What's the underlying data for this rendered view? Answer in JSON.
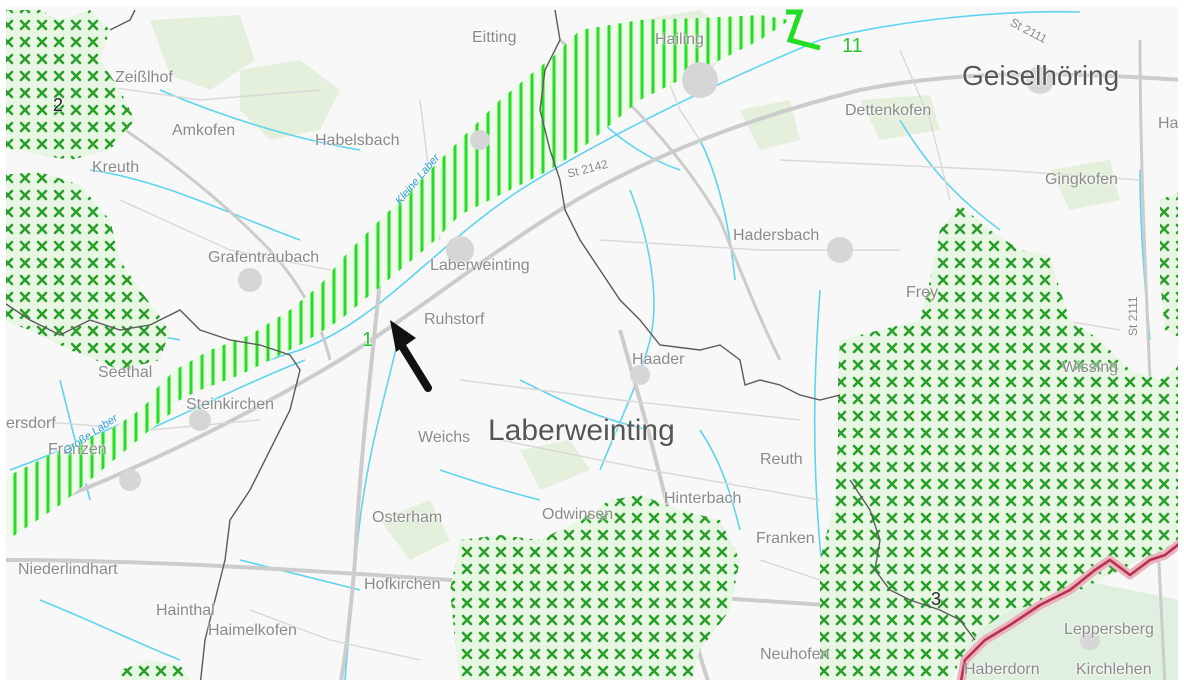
{
  "map": {
    "places": {
      "geiselhoering": "Geiselhöring",
      "laberweinting_municipality": "Laberweinting",
      "zeisslhof": "Zeißlhof",
      "amkofen": "Amkofen",
      "habelsbach": "Habelsbach",
      "eitting": "Eitting",
      "hailing": "Hailing",
      "dettenkofen": "Dettenkofen",
      "kreuth": "Kreuth",
      "gingkofen": "Gingkofen",
      "hadersbach": "Hadersbach",
      "grafentraubach": "Grafentraubach",
      "laberweinting_village": "Laberweinting",
      "frey": "Frey",
      "ruhstorf": "Ruhstorf",
      "haader": "Haader",
      "seethal": "Seethal",
      "steinkirchen": "Steinkirchen",
      "sersdorf": "ersdorf",
      "franzen": "Franzen",
      "weichs": "Weichs",
      "reuth": "Reuth",
      "hinterbach": "Hinterbach",
      "osterham": "Osterham",
      "odwinsen": "Odwinsen",
      "franken": "Franken",
      "niederlindhart": "Niederlindhart",
      "hofkirchen": "Hofkirchen",
      "hainthal": "Hainthal",
      "haimelkofen": "Haimelkofen",
      "neuhofen": "Neuhofen",
      "leppersberg": "Leppersberg",
      "haberdorn": "Haberdorn",
      "kirchlehen": "Kirchlehen",
      "ha_edge": "Ha",
      "wissing": "Wissing"
    },
    "roads": {
      "st2111_top": "St 2111",
      "st2142": "St 2142",
      "st2111_right": "St 2111"
    },
    "rivers": {
      "kleine_laber": "Kleine Laber",
      "grosse_laber": "Große Laber"
    },
    "area_numbers": {
      "n1": "1",
      "n2": "2",
      "n3": "3",
      "n11": "11"
    },
    "colors": {
      "background": "#f7f8f7",
      "forest": "#e4f0dc",
      "hatch_fill": "#e8f7e4",
      "cross_green": "#2a9e2a",
      "stripe_green": "#22dd22",
      "water": "#5fd4f0",
      "road": "#c9c9c9",
      "boundary": "#555555",
      "district_boundary": "#c0405a",
      "arrow": "#111111"
    },
    "icons": {
      "pointer": "arrow-pointer-icon"
    }
  }
}
